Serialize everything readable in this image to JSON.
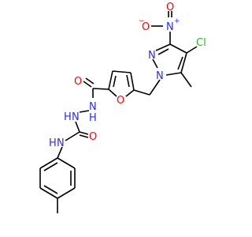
{
  "molecule": {
    "atoms": {
      "N_nitro": "N",
      "nitro_plus": "+",
      "O_nitro_up": "O",
      "O_nitro_left": "O",
      "nitro_minus": "−",
      "Cl": "Cl",
      "N_pyr2": "N",
      "N_pyr1": "N",
      "O_carbonyl1": "O",
      "O_furan": "O",
      "NH_a_N": "N",
      "NH_a_H": "H",
      "NH_b_N": "N",
      "NH_b_H": "H",
      "NH_c_N": "N",
      "NH_c_H": "H",
      "O_carbonyl2": "O"
    },
    "colors": {
      "carbon": "#000000",
      "nitrogen": "#2a2aff",
      "oxygen": "#ff0000",
      "chlorine": "#1fbf1f"
    }
  }
}
